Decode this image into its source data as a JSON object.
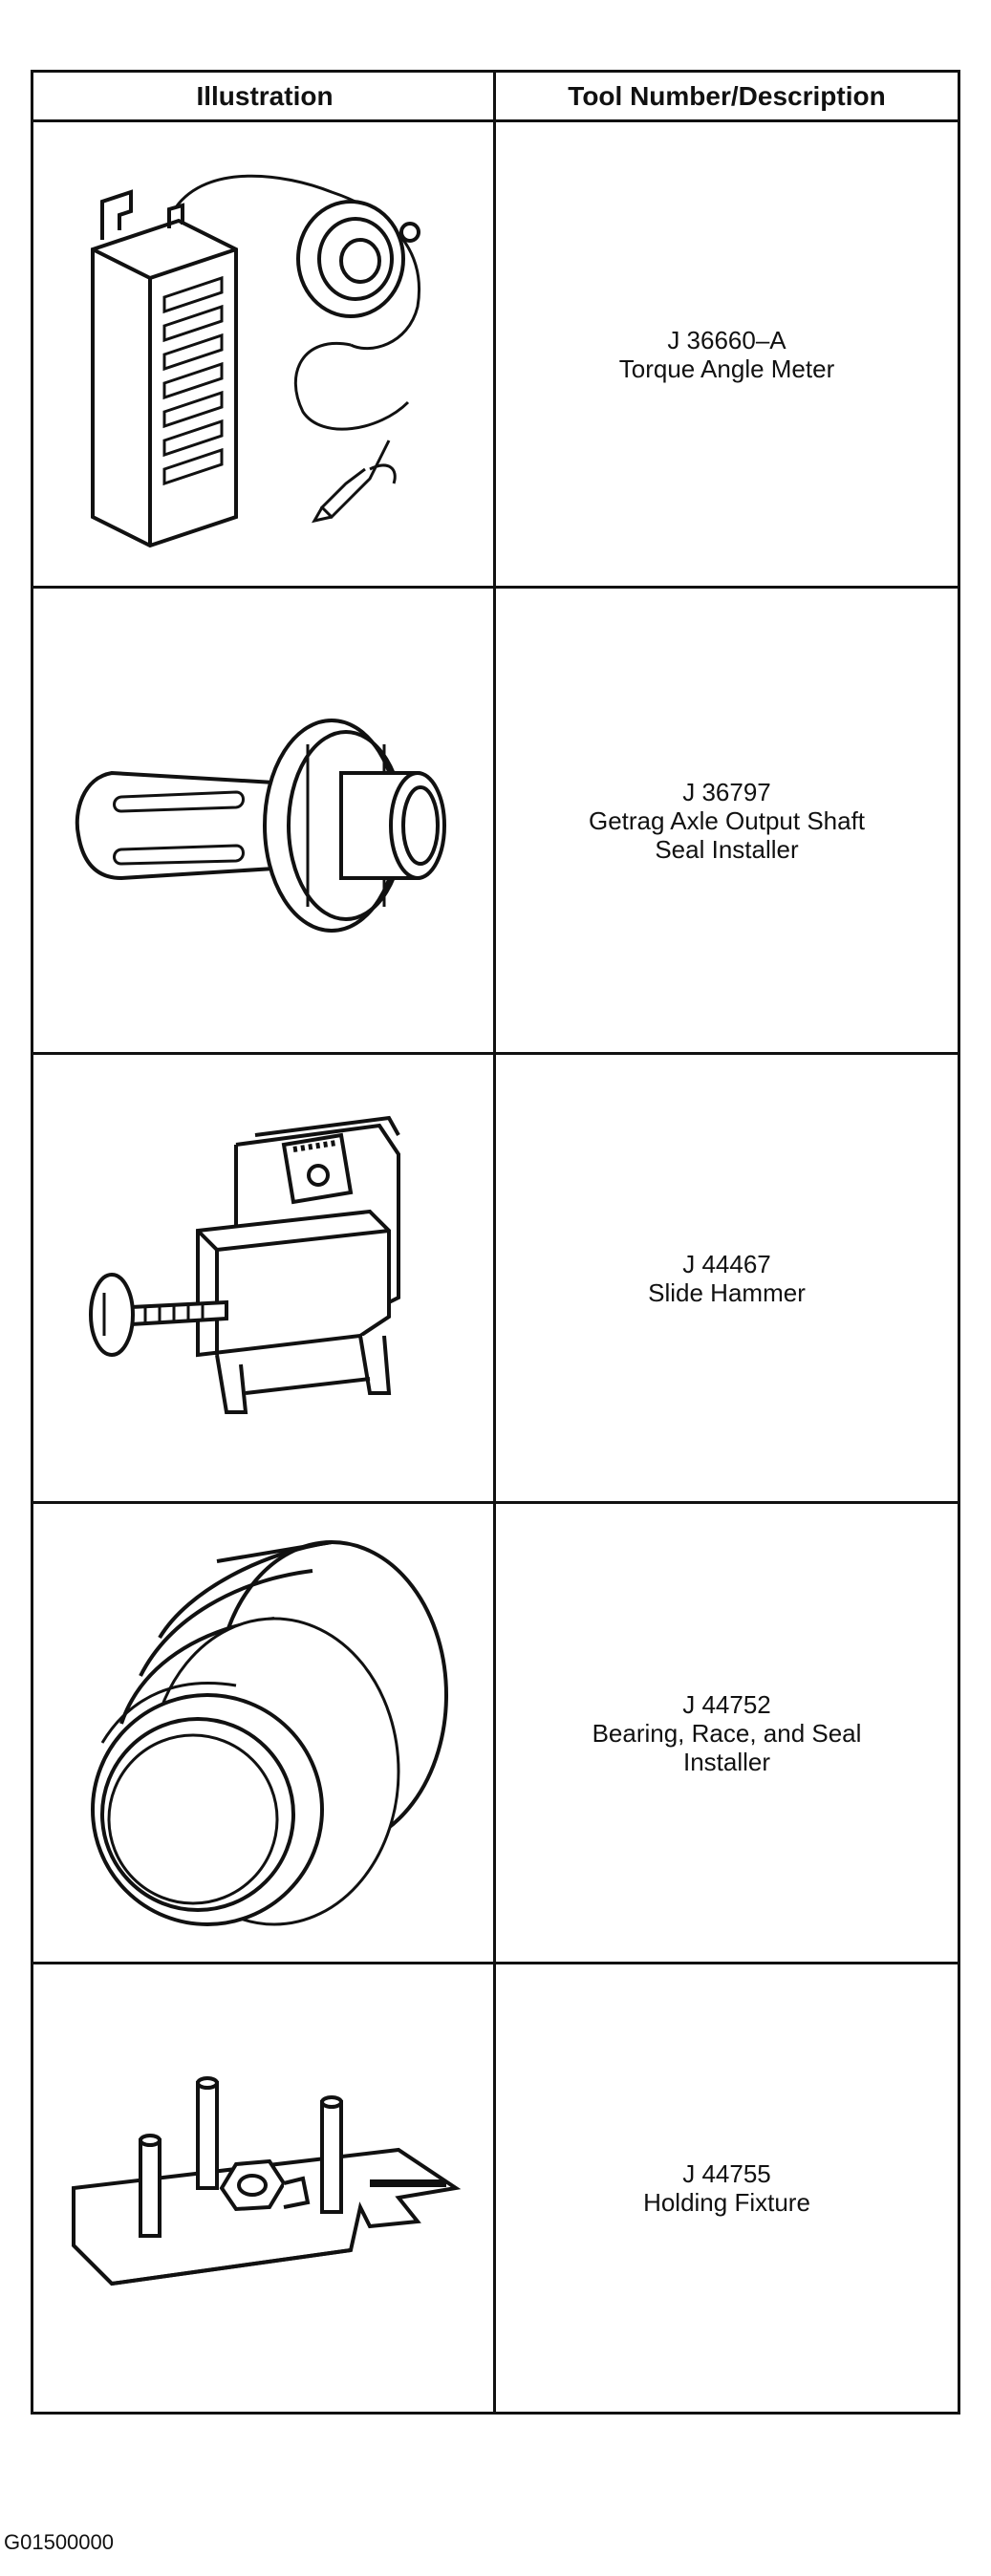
{
  "table": {
    "headers": [
      "Illustration",
      "Tool Number/Description"
    ],
    "rows": [
      {
        "number": "J 36660–A",
        "description_lines": [
          "Torque Angle Meter"
        ],
        "icon": "torque-angle-meter-icon"
      },
      {
        "number": "J 36797",
        "description_lines": [
          "Getrag Axle Output Shaft",
          "Seal Installer"
        ],
        "icon": "seal-installer-icon"
      },
      {
        "number": "J 44467",
        "description_lines": [
          "Slide Hammer"
        ],
        "icon": "slide-hammer-icon"
      },
      {
        "number": "J 44752",
        "description_lines": [
          "Bearing, Race, and Seal",
          "Installer"
        ],
        "icon": "bearing-installer-icon"
      },
      {
        "number": "J 44755",
        "description_lines": [
          "Holding Fixture"
        ],
        "icon": "holding-fixture-icon"
      }
    ]
  },
  "figure_code": "G01500000"
}
